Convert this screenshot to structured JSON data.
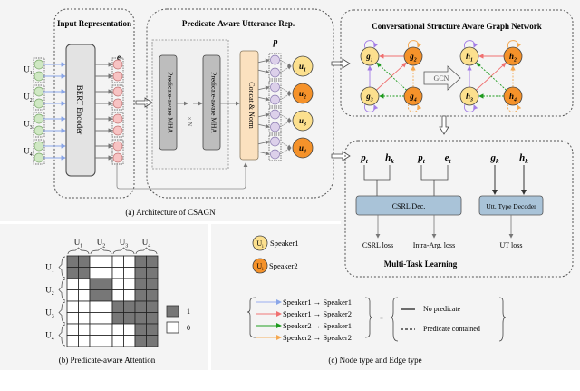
{
  "panel_a": {
    "caption": "(a) Architecture of CSAGN",
    "input_rep": {
      "title": "Input Representation",
      "encoder_label": "BERT Encoder",
      "embedding_label": "e",
      "utterances": [
        "U",
        "U",
        "U",
        "U"
      ],
      "utterance_subscripts": [
        "1",
        "2",
        "3",
        "4"
      ]
    },
    "utterance_rep": {
      "title": "Predicate-Aware Utterance Rep.",
      "mha_label_1": "Predicate-aware MHA",
      "mha_label_2": "Predicate-aware MHA",
      "dots": "···",
      "repeat_label": "× N",
      "concat_label": "Concat & Norm",
      "p_label": "p",
      "nodes": [
        {
          "label": "u",
          "sub": "1",
          "speaker": 1
        },
        {
          "label": "u",
          "sub": "2",
          "speaker": 2
        },
        {
          "label": "u",
          "sub": "3",
          "speaker": 1
        },
        {
          "label": "u",
          "sub": "4",
          "speaker": 2
        }
      ]
    },
    "graph_network": {
      "title": "Conversational Structure Aware Graph Network",
      "gcn_label": "GCN",
      "left_nodes": [
        {
          "label": "g",
          "sub": "1"
        },
        {
          "label": "g",
          "sub": "2"
        },
        {
          "label": "g",
          "sub": "3"
        },
        {
          "label": "g",
          "sub": "4"
        }
      ],
      "right_nodes": [
        {
          "label": "h",
          "sub": "1"
        },
        {
          "label": "h",
          "sub": "2"
        },
        {
          "label": "h",
          "sub": "3"
        },
        {
          "label": "h",
          "sub": "4"
        }
      ]
    },
    "multi_task": {
      "title": "Multi-Task Learning",
      "inputs": [
        {
          "label": "p",
          "sub": "t"
        },
        {
          "label": "h",
          "sub": "k"
        },
        {
          "label": "p",
          "sub": "t"
        },
        {
          "label": "e",
          "sub": "t"
        },
        {
          "label": "g",
          "sub": "k"
        },
        {
          "label": "h",
          "sub": "k"
        }
      ],
      "csrl_decoder": "CSRL Dec.",
      "utt_decoder": "Utt. Type Decoder",
      "losses": [
        "CSRL loss",
        "Intra-Arg. loss",
        "UT loss"
      ]
    }
  },
  "panel_b": {
    "caption": "(b) Predicate-aware Attention",
    "column_labels": [
      {
        "l": "U",
        "s": "1"
      },
      {
        "l": "U",
        "s": "2"
      },
      {
        "l": "U",
        "s": "3"
      },
      {
        "l": "U",
        "s": "4"
      }
    ],
    "row_labels": [
      {
        "l": "U",
        "s": "1"
      },
      {
        "l": "U",
        "s": "2"
      },
      {
        "l": "U",
        "s": "3"
      },
      {
        "l": "U",
        "s": "4"
      }
    ],
    "matrix": [
      [
        1,
        1,
        0,
        0,
        0,
        0,
        1,
        1
      ],
      [
        1,
        1,
        0,
        0,
        0,
        0,
        1,
        1
      ],
      [
        0,
        0,
        1,
        1,
        0,
        0,
        1,
        1
      ],
      [
        0,
        0,
        1,
        1,
        0,
        0,
        1,
        1
      ],
      [
        0,
        0,
        0,
        0,
        1,
        1,
        1,
        1
      ],
      [
        0,
        0,
        0,
        0,
        1,
        1,
        1,
        1
      ],
      [
        0,
        0,
        0,
        0,
        0,
        0,
        1,
        1
      ],
      [
        0,
        0,
        0,
        0,
        0,
        0,
        1,
        1
      ]
    ],
    "legend": [
      {
        "value": "1"
      },
      {
        "value": "0"
      }
    ]
  },
  "panel_c": {
    "caption": "(c) Node type and Edge type",
    "speakers": [
      {
        "node": "U",
        "sub": "i",
        "label": "Speaker1"
      },
      {
        "node": "U",
        "sub": "i",
        "label": "Speaker2"
      }
    ],
    "edge_types": [
      {
        "from": "Speaker1",
        "to": "Speaker1",
        "color": "#9aaef0"
      },
      {
        "from": "Speaker1",
        "to": "Speaker2",
        "color": "#f07878"
      },
      {
        "from": "Speaker2",
        "to": "Speaker1",
        "color": "#22a022"
      },
      {
        "from": "Speaker2",
        "to": "Speaker2",
        "color": "#f5b060"
      }
    ],
    "arrow_glyph": "→",
    "times_glyph": "×",
    "line_styles": [
      {
        "style": "solid",
        "label": "No predicate"
      },
      {
        "style": "dashed",
        "label": "Predicate contained"
      }
    ]
  },
  "colors": {
    "speaker1": "#fce08e",
    "speaker2": "#f5922a",
    "embedding": "#f7c3c3",
    "token": "#cfe8c3",
    "predicate": "#dcd0ea",
    "concat": "#fbe1bf",
    "decoder": "#a9c3d8",
    "purple_edge": "#a37ce6",
    "attention_on": "#777777",
    "attention_off": "#ffffff"
  }
}
